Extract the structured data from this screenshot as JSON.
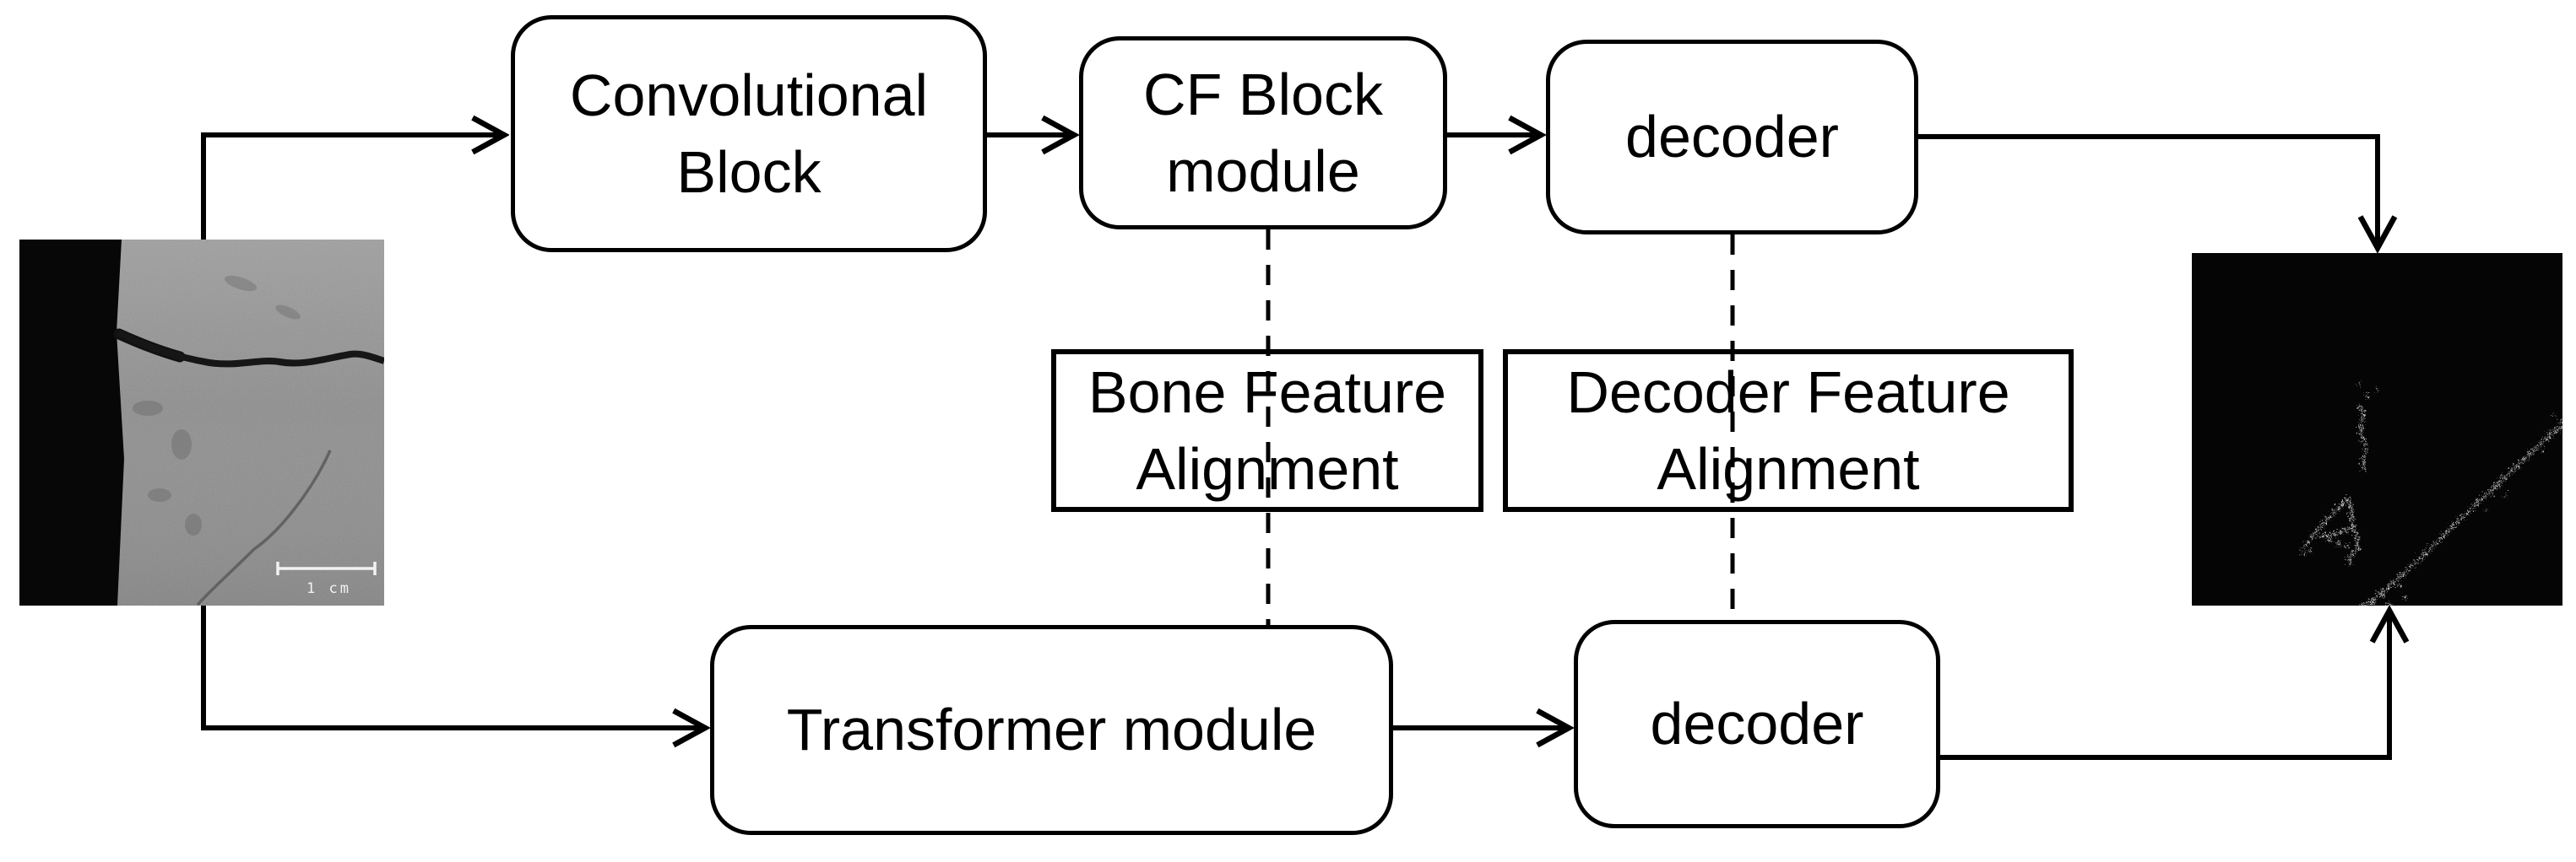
{
  "diagram": {
    "title": "Dual-branch crack segmentation architecture flowchart",
    "nodes": {
      "conv_block": {
        "label": "Convolutional Block",
        "shape": "rounded-rect"
      },
      "cf_block": {
        "label": "CF Block module",
        "shape": "rounded-rect"
      },
      "decoder_top": {
        "label": "decoder",
        "shape": "rounded-rect"
      },
      "bone_feature": {
        "label": "Bone Feature Alignment",
        "shape": "rect"
      },
      "decoder_feature": {
        "label": "Decoder Feature Alignment",
        "shape": "rect"
      },
      "transformer": {
        "label": "Transformer module",
        "shape": "rounded-rect"
      },
      "decoder_bottom": {
        "label": "decoder",
        "shape": "rounded-rect"
      }
    },
    "edges": [
      {
        "from": "input-image",
        "to": "conv_block",
        "style": "solid-arrow"
      },
      {
        "from": "conv_block",
        "to": "cf_block",
        "style": "solid-arrow"
      },
      {
        "from": "cf_block",
        "to": "decoder_top",
        "style": "solid-arrow"
      },
      {
        "from": "decoder_top",
        "to": "output-image",
        "style": "solid-arrow"
      },
      {
        "from": "input-image",
        "to": "transformer",
        "style": "solid-arrow"
      },
      {
        "from": "transformer",
        "to": "decoder_bottom",
        "style": "solid-arrow"
      },
      {
        "from": "decoder_bottom",
        "to": "output-image",
        "style": "solid-arrow"
      },
      {
        "from": "cf_block",
        "to": "transformer",
        "style": "dashed",
        "through": "bone_feature"
      },
      {
        "from": "decoder_top",
        "to": "decoder_bottom",
        "style": "dashed",
        "through": "decoder_feature"
      }
    ],
    "colors": {
      "background": "#ffffff",
      "stroke": "#000000",
      "node_fill": "#ffffff",
      "input_photo_gray": "#8d8d8d",
      "output_black": "#050505",
      "crack_speckle": "#c4c4c4"
    }
  },
  "input_image": {
    "scale_bar_label": "1 cm",
    "content": "grayscale scan with black left stripe and dark cracks"
  },
  "output_image": {
    "content": "black mask with faint white speckled crack traces"
  }
}
